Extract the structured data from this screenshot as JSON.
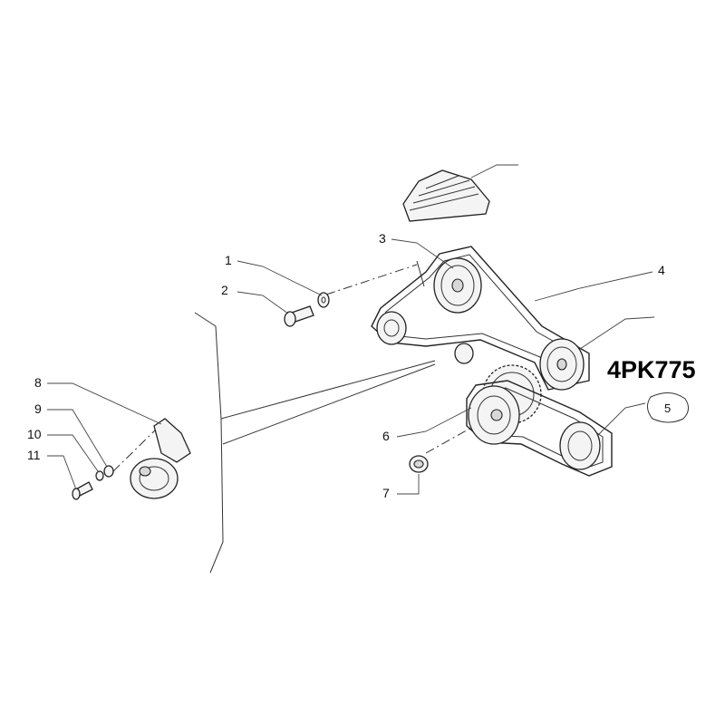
{
  "callouts": {
    "c1": "1",
    "c2": "2",
    "c3": "3",
    "c4": "4",
    "c5": "5",
    "c6": "6",
    "c7": "7",
    "c8": "8",
    "c9": "9",
    "c10": "10",
    "c11": "11"
  },
  "part_code": "4PK775",
  "colors": {
    "line": "#222222",
    "fill": "#f4f4f4",
    "shade": "#d8d8d8"
  }
}
